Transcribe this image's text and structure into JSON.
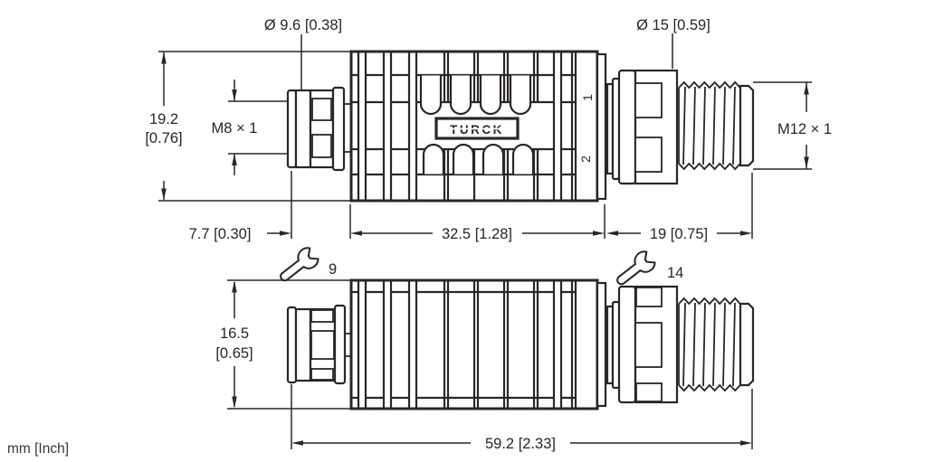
{
  "colors": {
    "ink": "#2b2627",
    "background": "#ffffff"
  },
  "units_label": "mm [Inch]",
  "brand_label": "TURCK",
  "top_view": {
    "dia_left": "Ø 9.6 [0.38]",
    "dia_right": "Ø 15 [0.59]",
    "height_mm": "19.2",
    "height_inch": "[0.76]",
    "thread_left": "M8 × 1",
    "thread_right": "M12 × 1",
    "seg_left": "7.7 [0.30]",
    "seg_mid": "32.5 [1.28]",
    "seg_right": "19 [0.75]",
    "mold_mark_top": "1",
    "mold_mark_bottom": "2"
  },
  "bottom_view": {
    "height_mm": "16.5",
    "height_inch": "[0.65]",
    "total_length": "59.2 [2.33]",
    "wrench_size_left": "9",
    "wrench_size_right": "14"
  }
}
